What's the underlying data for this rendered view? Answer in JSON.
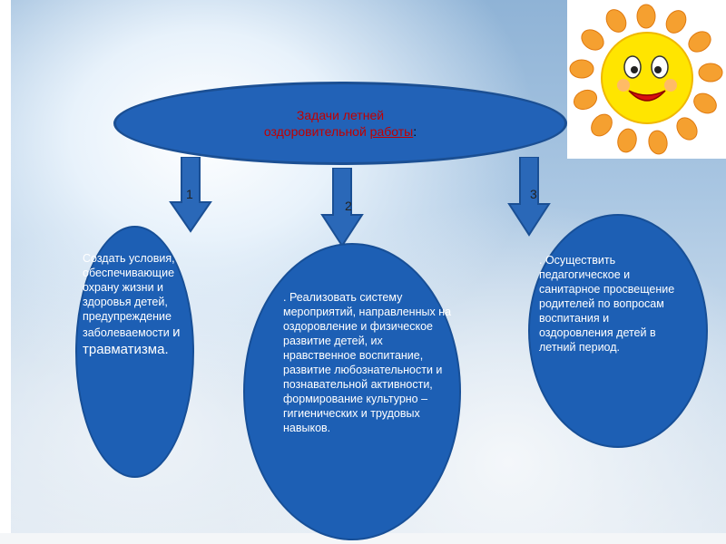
{
  "header": {
    "line1": "Задачи летней",
    "line2_a": "оздоровительной ",
    "line2_b": "работы",
    "line2_c": ":"
  },
  "numbers": [
    "1",
    "2",
    "3"
  ],
  "tasks": [
    {
      "text": "Создать условия, обеспечивающие охрану жизни и здоровья детей, предупреждение заболеваемости ",
      "text_big": "и травматизма."
    },
    {
      "text": ". Реализовать систему мероприятий, направленных на оздоровление и физическое развитие детей, их нравственное воспитание, развитие любознательности и познавательной активности, формирование культурно – гигиенических и трудовых навыков."
    },
    {
      "text": ". Осуществить педагогическое и санитарное просвещение родителей по вопросам воспитания и оздоровления детей в летний период."
    }
  ],
  "colors": {
    "bubble": "#1d5fb4",
    "header_text": "#c00000",
    "sun": "#ffe500",
    "hands": "#f5a030"
  },
  "icons": [
    "sun-icon",
    "arrow-down-icon"
  ]
}
